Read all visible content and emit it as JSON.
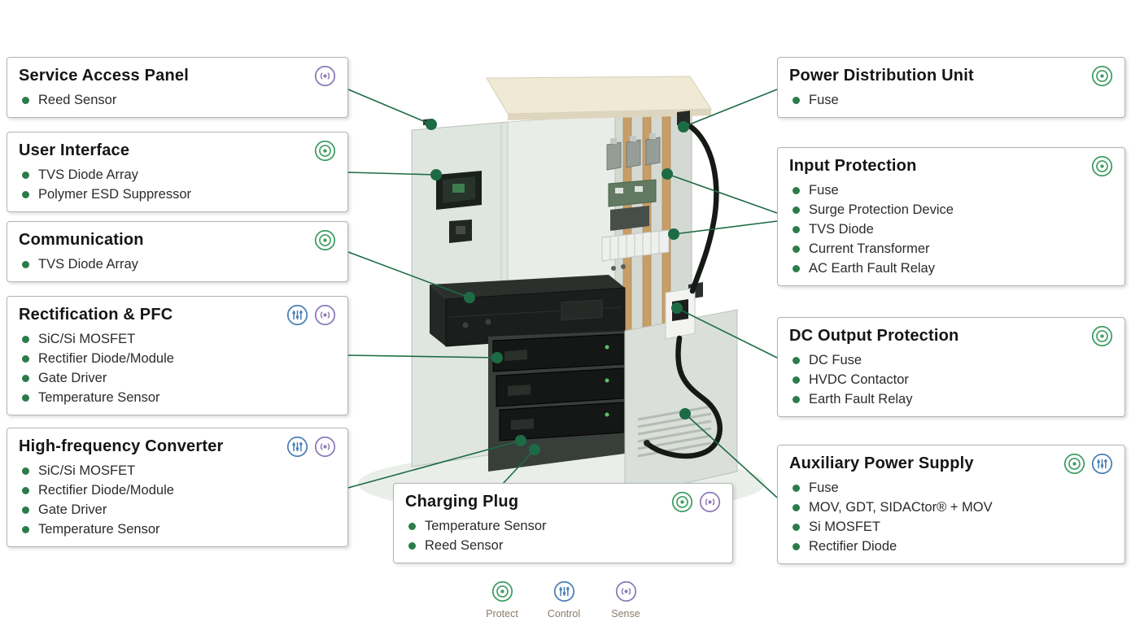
{
  "colors": {
    "connector_green": "#1d6b45",
    "bullet_green": "#2c7c49",
    "protect": "#3f9d63",
    "control": "#4a7fb5",
    "sense": "#8b7ab8"
  },
  "cards": {
    "service_access_panel": {
      "title": "Service Access Panel",
      "items": [
        "Reed Sensor"
      ],
      "icons": [
        "sense"
      ]
    },
    "user_interface": {
      "title": "User Interface",
      "items": [
        "TVS Diode Array",
        "Polymer ESD Suppressor"
      ],
      "icons": [
        "protect"
      ]
    },
    "communication": {
      "title": "Communication",
      "items": [
        "TVS Diode Array"
      ],
      "icons": [
        "protect"
      ]
    },
    "rectification_pfc": {
      "title": "Rectification & PFC",
      "items": [
        "SiC/Si MOSFET",
        "Rectifier Diode/Module",
        "Gate Driver",
        "Temperature Sensor"
      ],
      "icons": [
        "control",
        "sense"
      ]
    },
    "high_frequency_converter": {
      "title": "High-frequency Converter",
      "items": [
        "SiC/Si MOSFET",
        "Rectifier Diode/Module",
        "Gate Driver",
        "Temperature Sensor"
      ],
      "icons": [
        "control",
        "sense"
      ]
    },
    "charging_plug": {
      "title": "Charging Plug",
      "items": [
        "Temperature Sensor",
        "Reed Sensor"
      ],
      "icons": [
        "protect",
        "sense"
      ]
    },
    "power_distribution_unit": {
      "title": "Power Distribution Unit",
      "items": [
        "Fuse"
      ],
      "icons": [
        "protect"
      ]
    },
    "input_protection": {
      "title": "Input Protection",
      "items": [
        "Fuse",
        "Surge Protection Device",
        "TVS Diode",
        "Current Transformer",
        "AC Earth Fault Relay"
      ],
      "icons": [
        "protect"
      ]
    },
    "dc_output_protection": {
      "title": "DC Output Protection",
      "items": [
        "DC Fuse",
        "HVDC Contactor",
        "Earth Fault Relay"
      ],
      "icons": [
        "protect"
      ]
    },
    "auxiliary_power_supply": {
      "title": "Auxiliary Power Supply",
      "items": [
        "Fuse",
        "MOV, GDT, SIDACtor® + MOV",
        "Si MOSFET",
        "Rectifier Diode"
      ],
      "icons": [
        "protect",
        "control"
      ]
    }
  },
  "legend": {
    "items": [
      {
        "label": "Protect",
        "icon": "protect"
      },
      {
        "label": "Control",
        "icon": "control"
      },
      {
        "label": "Sense",
        "icon": "sense"
      }
    ]
  }
}
